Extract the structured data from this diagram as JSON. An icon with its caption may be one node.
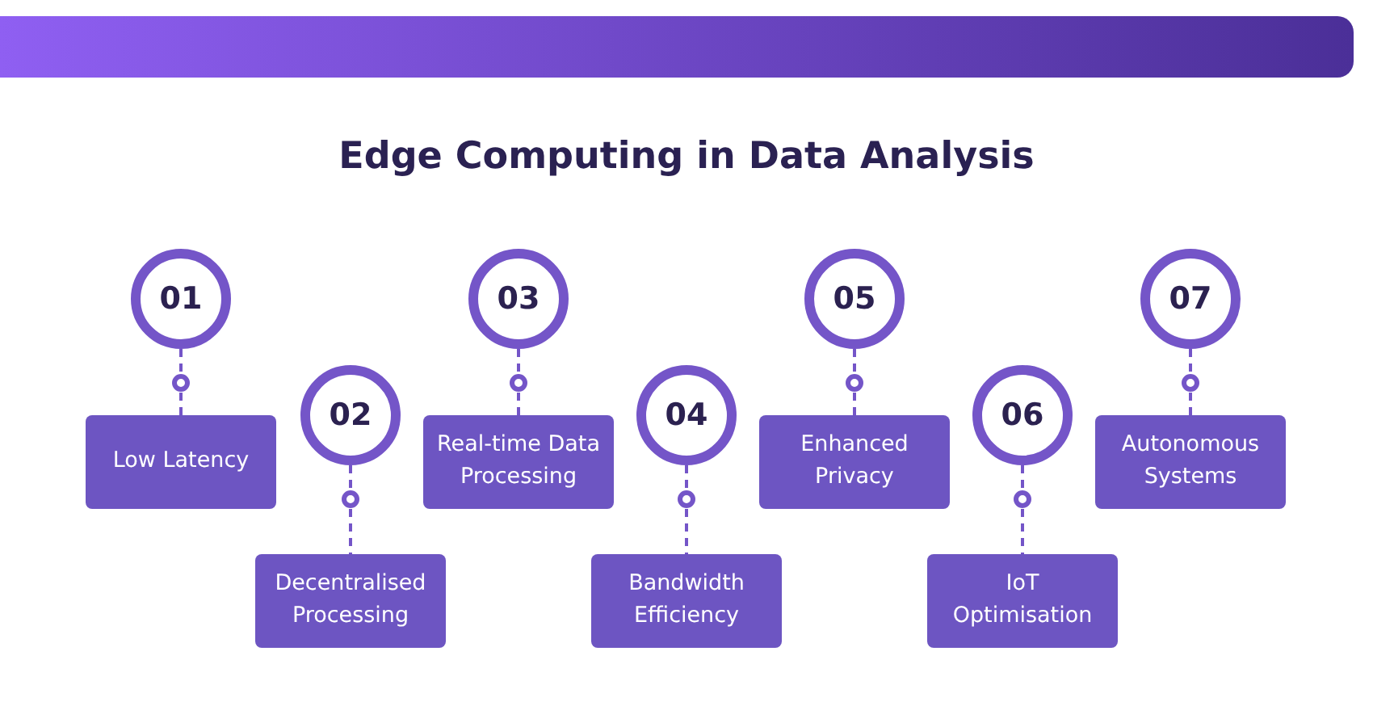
{
  "diagram": {
    "title": "Edge Computing in Data Analysis",
    "nodes": [
      {
        "text": [
          "01"
        ]
      },
      {
        "text": [
          "Low Latency"
        ]
      },
      {
        "text": [
          "02"
        ]
      },
      {
        "text": [
          "Decentralised Processing"
        ]
      },
      {
        "text": [
          "03"
        ]
      },
      {
        "text": [
          "Real-time Data Processing"
        ]
      },
      {
        "text": [
          "04"
        ]
      },
      {
        "text": [
          "Bandwidth Efficiency"
        ]
      },
      {
        "text": [
          "05"
        ]
      },
      {
        "text": [
          "Enhanced Privacy"
        ]
      },
      {
        "text": [
          "06"
        ]
      },
      {
        "text": [
          "IoT Optimisation"
        ]
      },
      {
        "text": [
          "07"
        ]
      },
      {
        "text": [
          "Autonomous Systems"
        ]
      }
    ],
    "edges": [
      {
        "from": 0,
        "to": 1,
        "arrow": "none",
        "style": "dashed"
      },
      {
        "from": 2,
        "to": 3,
        "arrow": "none",
        "style": "dashed"
      },
      {
        "from": 4,
        "to": 5,
        "arrow": "none",
        "style": "dashed"
      },
      {
        "from": 6,
        "to": 7,
        "arrow": "none",
        "style": "dashed"
      },
      {
        "from": 8,
        "to": 9,
        "arrow": "none",
        "style": "dashed"
      },
      {
        "from": 10,
        "to": 11,
        "arrow": "none",
        "style": "dashed"
      },
      {
        "from": 12,
        "to": 13,
        "arrow": "none",
        "style": "dashed"
      }
    ]
  }
}
